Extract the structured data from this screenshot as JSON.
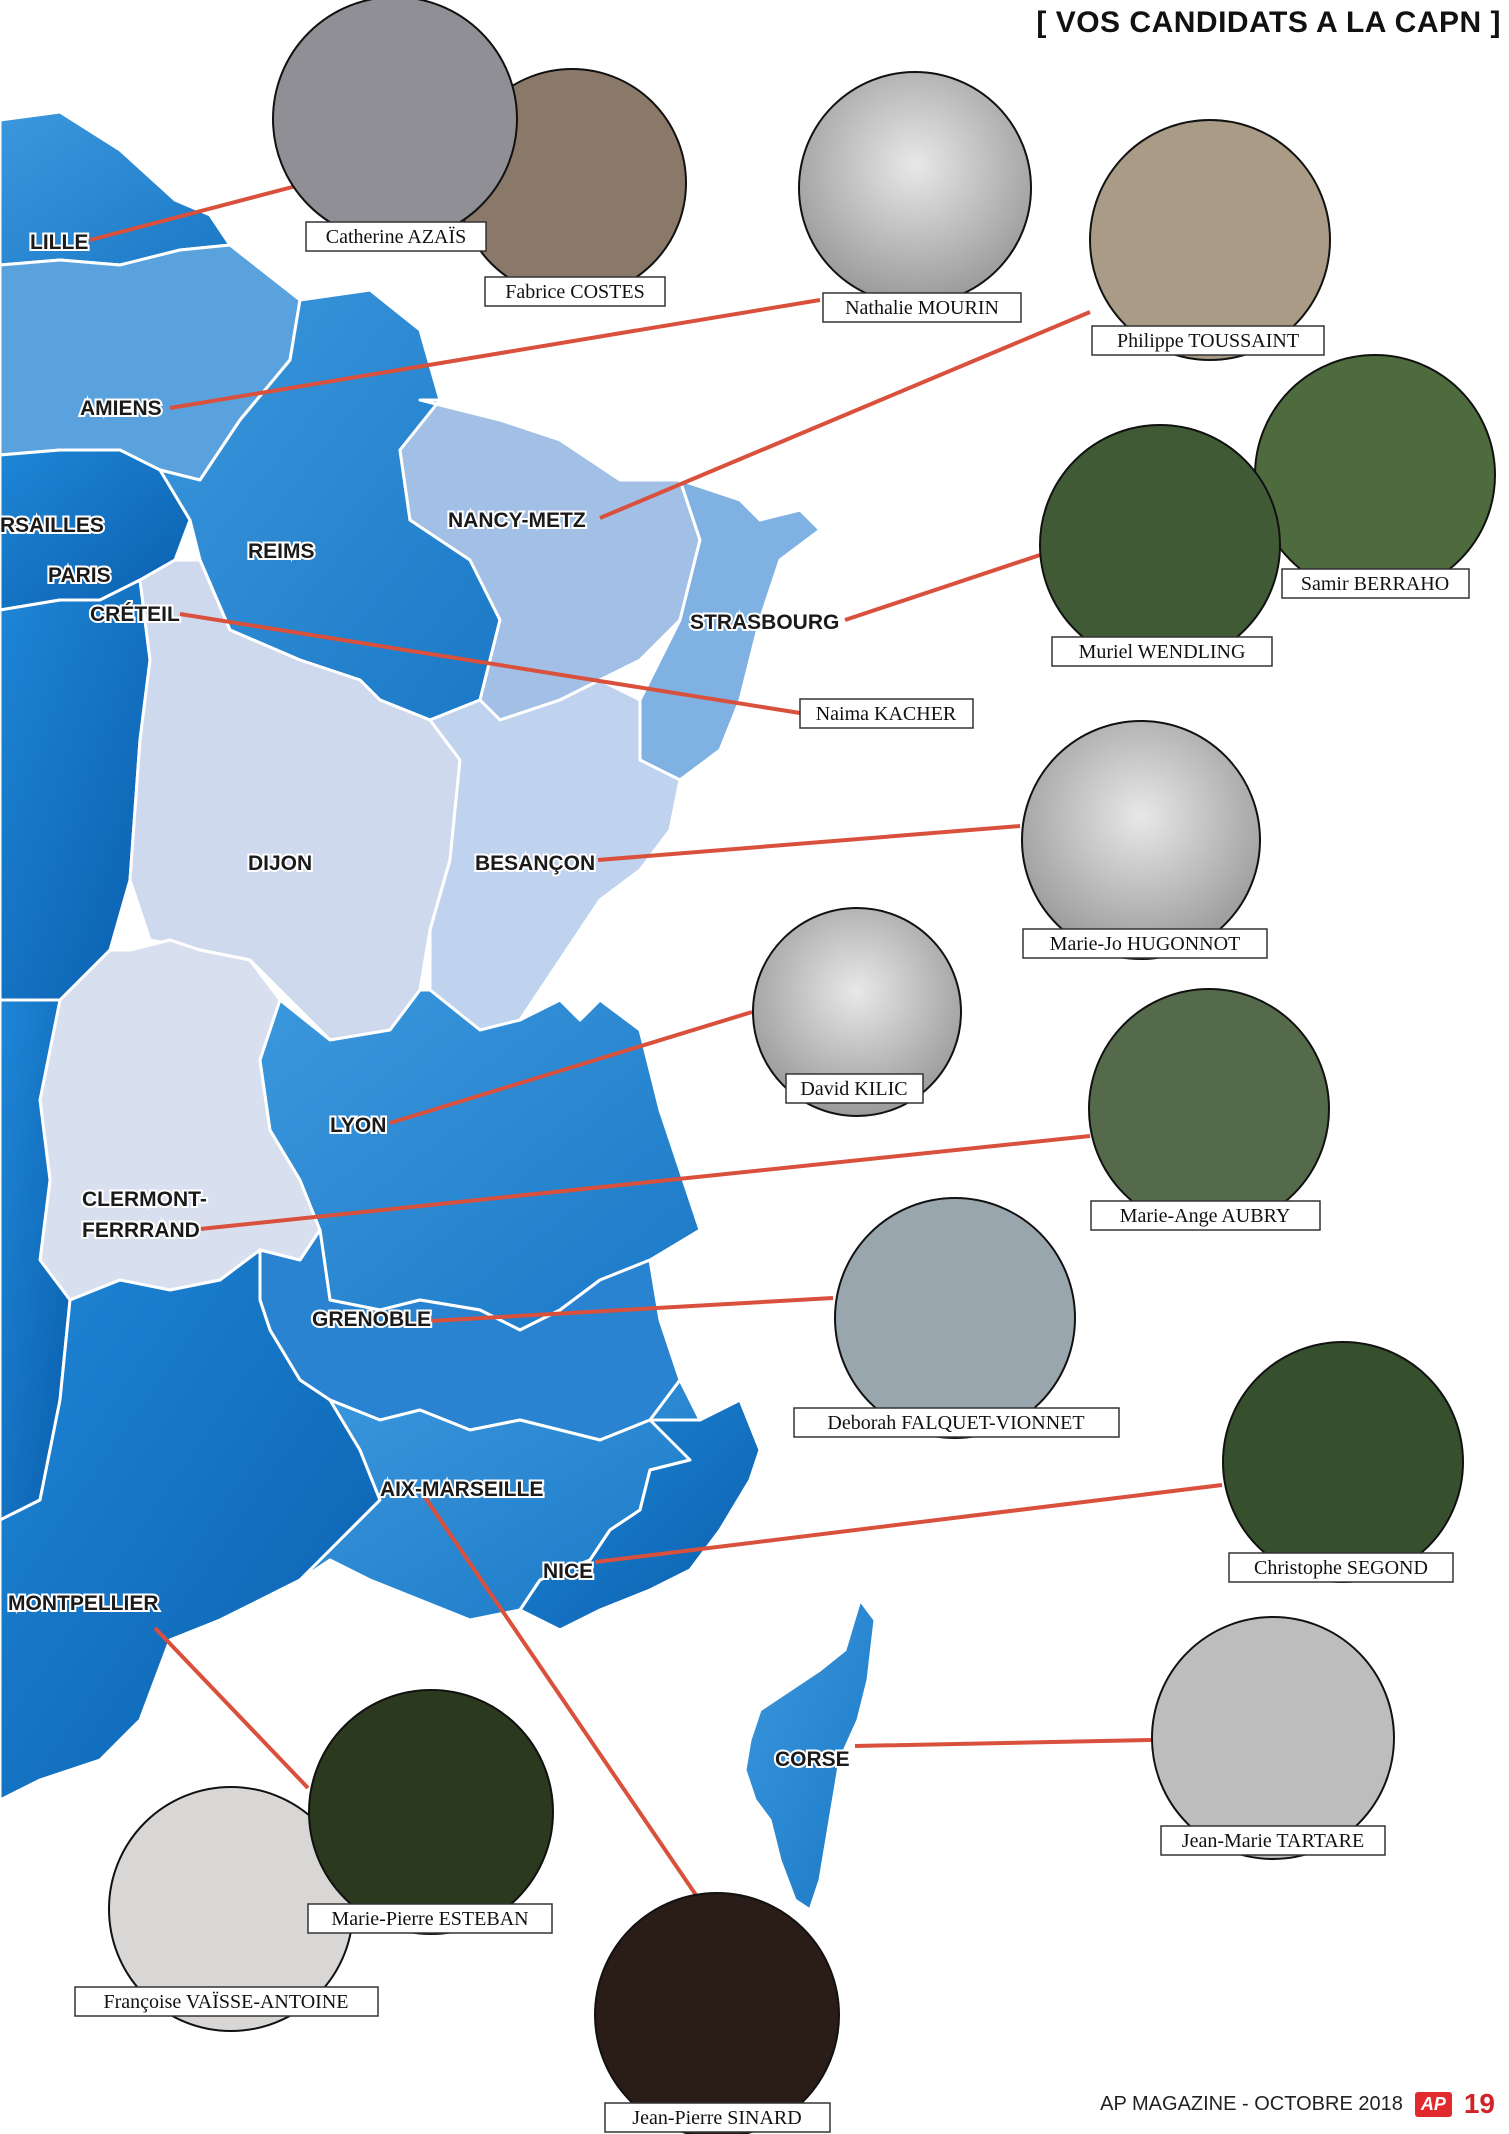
{
  "header": {
    "title": "[ VOS CANDIDATS A LA CAPN ]"
  },
  "colors": {
    "line": "#d9503c",
    "region_dark": "#0b6fbf",
    "region_mid": "#2f8fd8",
    "region_light": "#a9c6e6",
    "region_pale": "#d1dcef",
    "photo_bg": "#cfcfcf"
  },
  "regions": {
    "lille": "LILLE",
    "amiens": "AMIENS",
    "versailles": "RSAILLES",
    "paris": "PARIS",
    "creteil": "CRÉTEIL",
    "reims": "REIMS",
    "nancy_metz": "NANCY-METZ",
    "strasbourg": "STRASBOURG",
    "dijon": "DIJON",
    "besancon": "BESANÇON",
    "lyon": "LYON",
    "clermont_1": "CLERMONT-",
    "clermont_2": "FERRRAND",
    "grenoble": "GRENOBLE",
    "aix_marseille": "AIX-MARSEILLE",
    "nice": "NICE",
    "montpellier": "MONTPELLIER",
    "corse": "CORSE"
  },
  "candidates": {
    "azais": "Catherine AZAÏS",
    "costes": "Fabrice COSTES",
    "mourin": "Nathalie MOURIN",
    "toussaint": "Philippe TOUSSAINT",
    "berraho": "Samir BERRAHO",
    "wendling": "Muriel WENDLING",
    "kacher": "Naima KACHER",
    "hugonnot": "Marie-Jo HUGONNOT",
    "kilic": "David KILIC",
    "aubry": "Marie-Ange AUBRY",
    "falquet": "Deborah FALQUET-VIONNET",
    "segond": "Christophe SEGOND",
    "tartare": "Jean-Marie TARTARE",
    "esteban": "Marie-Pierre ESTEBAN",
    "vaisse": "Françoise VAÏSSE-ANTOINE",
    "sinard": "Jean-Pierre SINARD"
  },
  "footer": {
    "magazine": "AP MAGAZINE - OCTOBRE 2018",
    "logo": "AP",
    "page_number": "19"
  }
}
